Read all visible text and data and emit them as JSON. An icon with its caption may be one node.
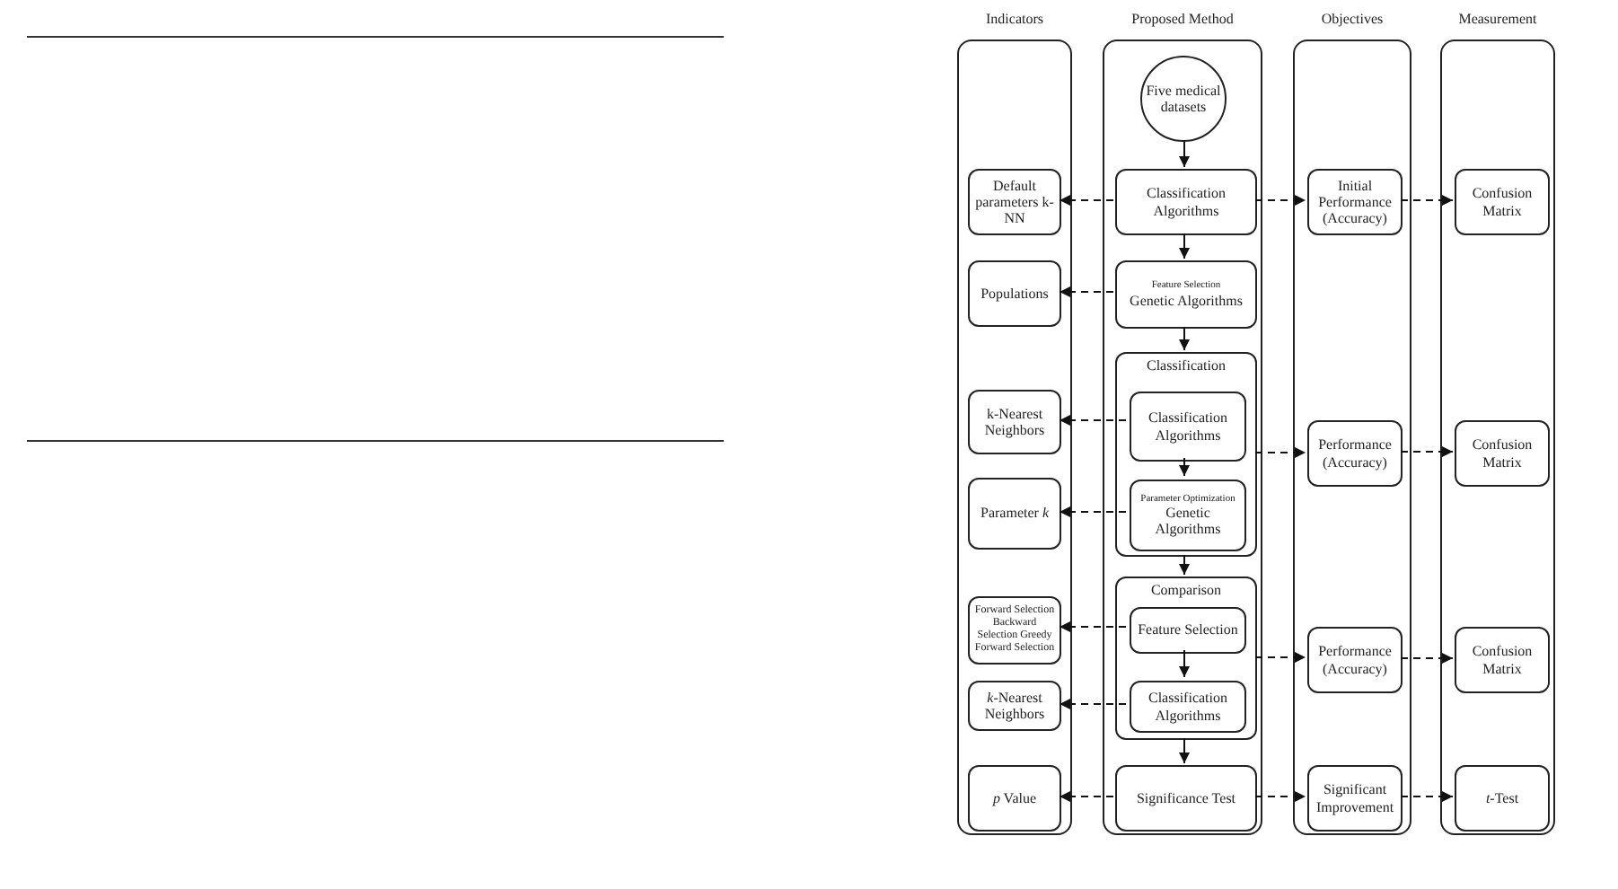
{
  "diagram": {
    "nodes": [
      {
        "text": [
          "Indicators"
        ]
      },
      {
        "text": [
          "Proposed Method"
        ]
      },
      {
        "text": [
          "Objectives"
        ]
      },
      {
        "text": [
          "Measurement"
        ]
      },
      {
        "text": [
          "Five medical datasets"
        ],
        "in": 1
      },
      {
        "text": [
          "Classification Algorithms"
        ],
        "in": 1
      },
      {
        "text": [
          "Feature Selection",
          "Genetic Algorithms"
        ],
        "in": 1
      },
      {
        "text": [
          "Classification"
        ],
        "in": 1
      },
      {
        "text": [
          "Classification Algorithms"
        ],
        "in": 7
      },
      {
        "text": [
          "Parameter Optimization",
          "Genetic Algorithms"
        ],
        "in": 7
      },
      {
        "text": [
          "Comparison"
        ],
        "in": 1
      },
      {
        "text": [
          "Feature Selection"
        ],
        "in": 10
      },
      {
        "text": [
          "Classification Algorithms"
        ],
        "in": 10
      },
      {
        "text": [
          "Significance Test"
        ],
        "in": 1
      },
      {
        "text": [
          "Default parameters k-NN"
        ],
        "in": 0
      },
      {
        "text": [
          "Populations"
        ],
        "in": 0
      },
      {
        "text": [
          "k-Nearest Neighbors"
        ],
        "in": 0
      },
      {
        "text": [
          "Parameter *k*"
        ],
        "in": 0
      },
      {
        "text": [
          "Forward Selection Backward Selection Greedy Forward Selection"
        ],
        "in": 0
      },
      {
        "text": [
          "*k*-Nearest Neighbors"
        ],
        "in": 0
      },
      {
        "text": [
          "*p* Value"
        ],
        "in": 0
      },
      {
        "text": [
          "Initial Performance (Accuracy)"
        ],
        "in": 2
      },
      {
        "text": [
          "Performance (Accuracy)"
        ],
        "in": 2
      },
      {
        "text": [
          "Performance (Accuracy)"
        ],
        "in": 2
      },
      {
        "text": [
          "Significant Improvement"
        ],
        "in": 2
      },
      {
        "text": [
          "Confusion Matrix"
        ],
        "in": 3
      },
      {
        "text": [
          "Confusion Matrix"
        ],
        "in": 3
      },
      {
        "text": [
          "Confusion Matrix"
        ],
        "in": 3
      },
      {
        "text": [
          "*t*-Test"
        ],
        "in": 3
      }
    ],
    "edges": [
      {
        "from": 4,
        "to": 5,
        "arrow": "to"
      },
      {
        "from": 5,
        "to": 6,
        "arrow": "to"
      },
      {
        "from": 6,
        "to": 7,
        "arrow": "to"
      },
      {
        "from": 8,
        "to": 9,
        "arrow": "to"
      },
      {
        "from": 7,
        "to": 10,
        "arrow": "to"
      },
      {
        "from": 11,
        "to": 12,
        "arrow": "to"
      },
      {
        "from": 10,
        "to": 13,
        "arrow": "to"
      },
      {
        "from": 5,
        "to": 14,
        "arrow": "to",
        "style": "dashed"
      },
      {
        "from": 5,
        "to": 21,
        "arrow": "to",
        "style": "dashed"
      },
      {
        "from": 21,
        "to": 25,
        "arrow": "to",
        "style": "dashed"
      },
      {
        "from": 6,
        "to": 15,
        "arrow": "to",
        "style": "dashed"
      },
      {
        "from": 8,
        "to": 16,
        "arrow": "to",
        "style": "dashed"
      },
      {
        "from": 9,
        "to": 17,
        "arrow": "to",
        "style": "dashed"
      },
      {
        "from": 7,
        "to": 22,
        "arrow": "to",
        "style": "dashed"
      },
      {
        "from": 22,
        "to": 26,
        "arrow": "to",
        "style": "dashed"
      },
      {
        "from": 11,
        "to": 18,
        "arrow": "to",
        "style": "dashed"
      },
      {
        "from": 12,
        "to": 19,
        "arrow": "to",
        "style": "dashed"
      },
      {
        "from": 10,
        "to": 23,
        "arrow": "to",
        "style": "dashed"
      },
      {
        "from": 23,
        "to": 27,
        "arrow": "to",
        "style": "dashed"
      },
      {
        "from": 13,
        "to": 20,
        "arrow": "to",
        "style": "dashed"
      },
      {
        "from": 13,
        "to": 24,
        "arrow": "to",
        "style": "dashed"
      },
      {
        "from": 24,
        "to": 28,
        "arrow": "to",
        "style": "dashed"
      }
    ]
  }
}
